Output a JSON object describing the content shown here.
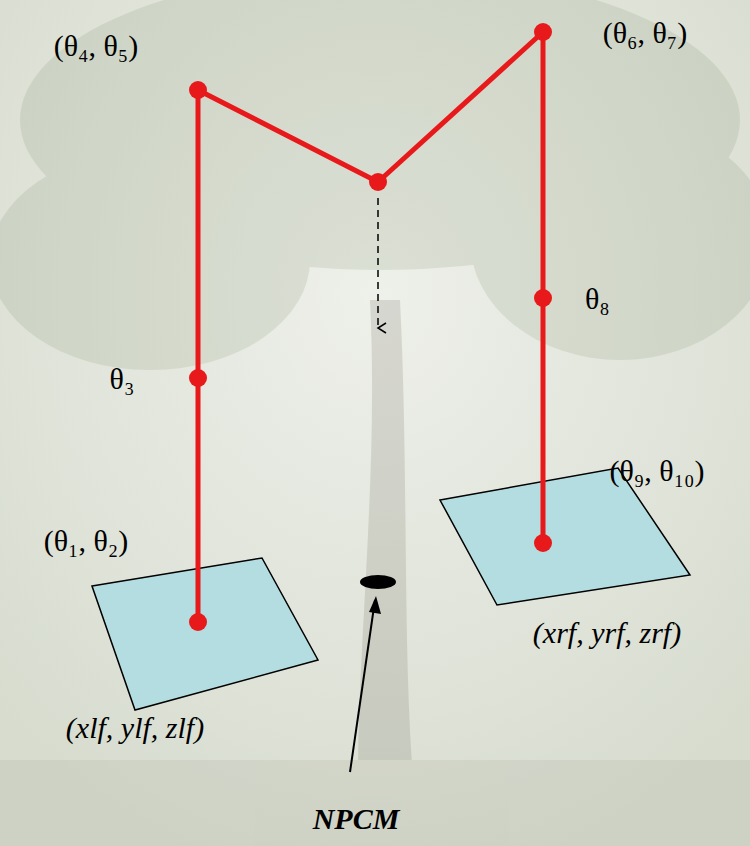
{
  "diagram": {
    "labels": [
      "(θ₄, θ₅)",
      "(θ₆, θ₇)",
      "θ₈",
      "θ₃",
      "(θ₉, θ₁₀)",
      "(θ₁, θ₂)",
      "(xrf, yrf, zrf)",
      "(xlf, ylf, zlf)",
      "NPCM"
    ]
  }
}
